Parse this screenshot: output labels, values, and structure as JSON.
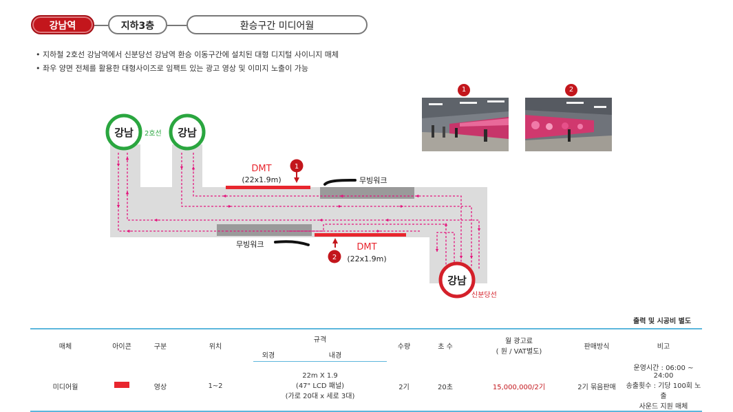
{
  "breadcrumbs": [
    "강남역",
    "지하3층",
    "환승구간 미디어월"
  ],
  "description": [
    "지하철 2호선 강남역에서 신분당선 강남역 환승 이동구간에 설치된 대형 디지털 사이니지 매체",
    "좌우 양면 전체를 활용한 대형사이즈로 임팩트 있는 광고 영상 및 이미지 노출이 가능"
  ],
  "photos": [
    {
      "badge": "1"
    },
    {
      "badge": "2"
    }
  ],
  "map": {
    "station_top_left": "강남",
    "station_top_right": "강남",
    "line2_label": "2호선",
    "station_bottom": "강남",
    "sinbundang_label": "신분당선",
    "dmt1_title": "DMT",
    "dmt1_size": "(22x1.9m)",
    "dmt1_badge": "1",
    "dmt2_title": "DMT",
    "dmt2_size": "(22x1.9m)",
    "dmt2_badge": "2",
    "walkway_top": "무빙워크",
    "walkway_bottom": "무빙워크",
    "colors": {
      "line2": "#2aa63f",
      "sinbundang": "#d4202a",
      "dmt": "#e8262e",
      "arrow": "#e4137c"
    }
  },
  "note": "출력 및 시공비 별도",
  "table": {
    "headers": {
      "media": "매체",
      "icon": "아이콘",
      "category": "구분",
      "position": "위치",
      "spec": "규격",
      "spec_outer": "외경",
      "spec_inner": "내경",
      "qty": "수량",
      "seconds": "초 수",
      "fee_line1": "월 광고료",
      "fee_line2": "( 원 / VAT별도)",
      "sales": "판매방식",
      "remarks": "비고"
    },
    "row": {
      "media": "미디어월",
      "category": "영상",
      "position": "1~2",
      "spec_line1": "22m X 1.9",
      "spec_line2": "(47\" LCD 패널)",
      "spec_line3": "(가로 20대 x 세로 3대)",
      "qty": "2기",
      "seconds": "20초",
      "fee": "15,000,000/2기",
      "sales": "2기 묶음판매",
      "remarks_line1": "운영시간 : 06:00 ~ 24:00",
      "remarks_line2": "송출횟수 : 기당 100회 노출",
      "remarks_line3": "사운드 지원 매체"
    }
  }
}
